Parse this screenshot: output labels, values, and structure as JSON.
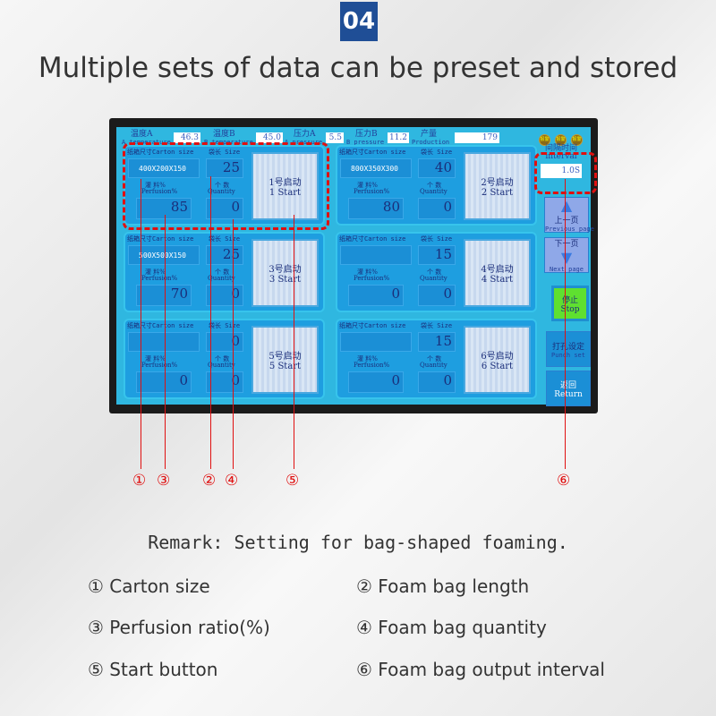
{
  "badge": "04",
  "headline": "Multiple sets of data can be preset and stored",
  "status": [
    {
      "cn": "温度A",
      "en": "A temperature",
      "value": "46.3"
    },
    {
      "cn": "温度B",
      "en": "B temperature",
      "value": "45.0"
    },
    {
      "cn": "压力A",
      "en": "A pressure",
      "value": "5.5"
    },
    {
      "cn": "压力B",
      "en": "B pressure",
      "value": "11.2"
    },
    {
      "cn": "产量",
      "en": "Production",
      "value": "179"
    }
  ],
  "lamps": [
    "报警",
    "报警",
    "报警"
  ],
  "labels": {
    "carton": "纸箱尺寸Carton size",
    "size": "袋长 Size",
    "perf_cn": "灌 料%",
    "perf_en": "Perfusion%",
    "qty_cn": "个 数",
    "qty_en": "Quantity"
  },
  "panels": [
    {
      "carton": "400X200X150",
      "size": "25",
      "perfusion": "85",
      "quantity": "0",
      "start_cn": "1号启动",
      "start_en": "1 Start"
    },
    {
      "carton": "800X350X300",
      "size": "40",
      "perfusion": "80",
      "quantity": "0",
      "start_cn": "2号启动",
      "start_en": "2 Start"
    },
    {
      "carton": "500X500X150",
      "size": "25",
      "perfusion": "70",
      "quantity": "0",
      "start_cn": "3号启动",
      "start_en": "3 Start"
    },
    {
      "carton": "",
      "size": "15",
      "perfusion": "0",
      "quantity": "0",
      "start_cn": "4号启动",
      "start_en": "4 Start"
    },
    {
      "carton": "",
      "size": "0",
      "perfusion": "0",
      "quantity": "0",
      "start_cn": "5号启动",
      "start_en": "5 Start"
    },
    {
      "carton": "",
      "size": "15",
      "perfusion": "0",
      "quantity": "0",
      "start_cn": "6号启动",
      "start_en": "6 Start"
    }
  ],
  "interval": {
    "cn": "间隔时间",
    "en": "interval",
    "value": "1.0S"
  },
  "buttons": {
    "prev": {
      "cn": "上一页",
      "en": "Previous page"
    },
    "next": {
      "cn": "下一页",
      "en": "Next page"
    },
    "stop": {
      "cn": "停止",
      "en": "Stop"
    },
    "punch": {
      "cn": "打孔设定",
      "en": "Punch set"
    },
    "ret": {
      "cn": "返回",
      "en": "Return"
    }
  },
  "markers": [
    "①",
    "③",
    "②",
    "④",
    "⑤",
    "⑥"
  ],
  "remark": "Remark: Setting for bag-shaped foaming.",
  "legend": [
    "① Carton size",
    "② Foam bag length",
    "③ Perfusion ratio(%)",
    "④ Foam bag quantity",
    "⑤ Start button",
    "⑥ Foam bag output interval"
  ],
  "colors": {
    "badge": "#1f4e96",
    "screen": "#2fb7e0",
    "annotation": "#e01010",
    "stop": "#5fe030"
  }
}
